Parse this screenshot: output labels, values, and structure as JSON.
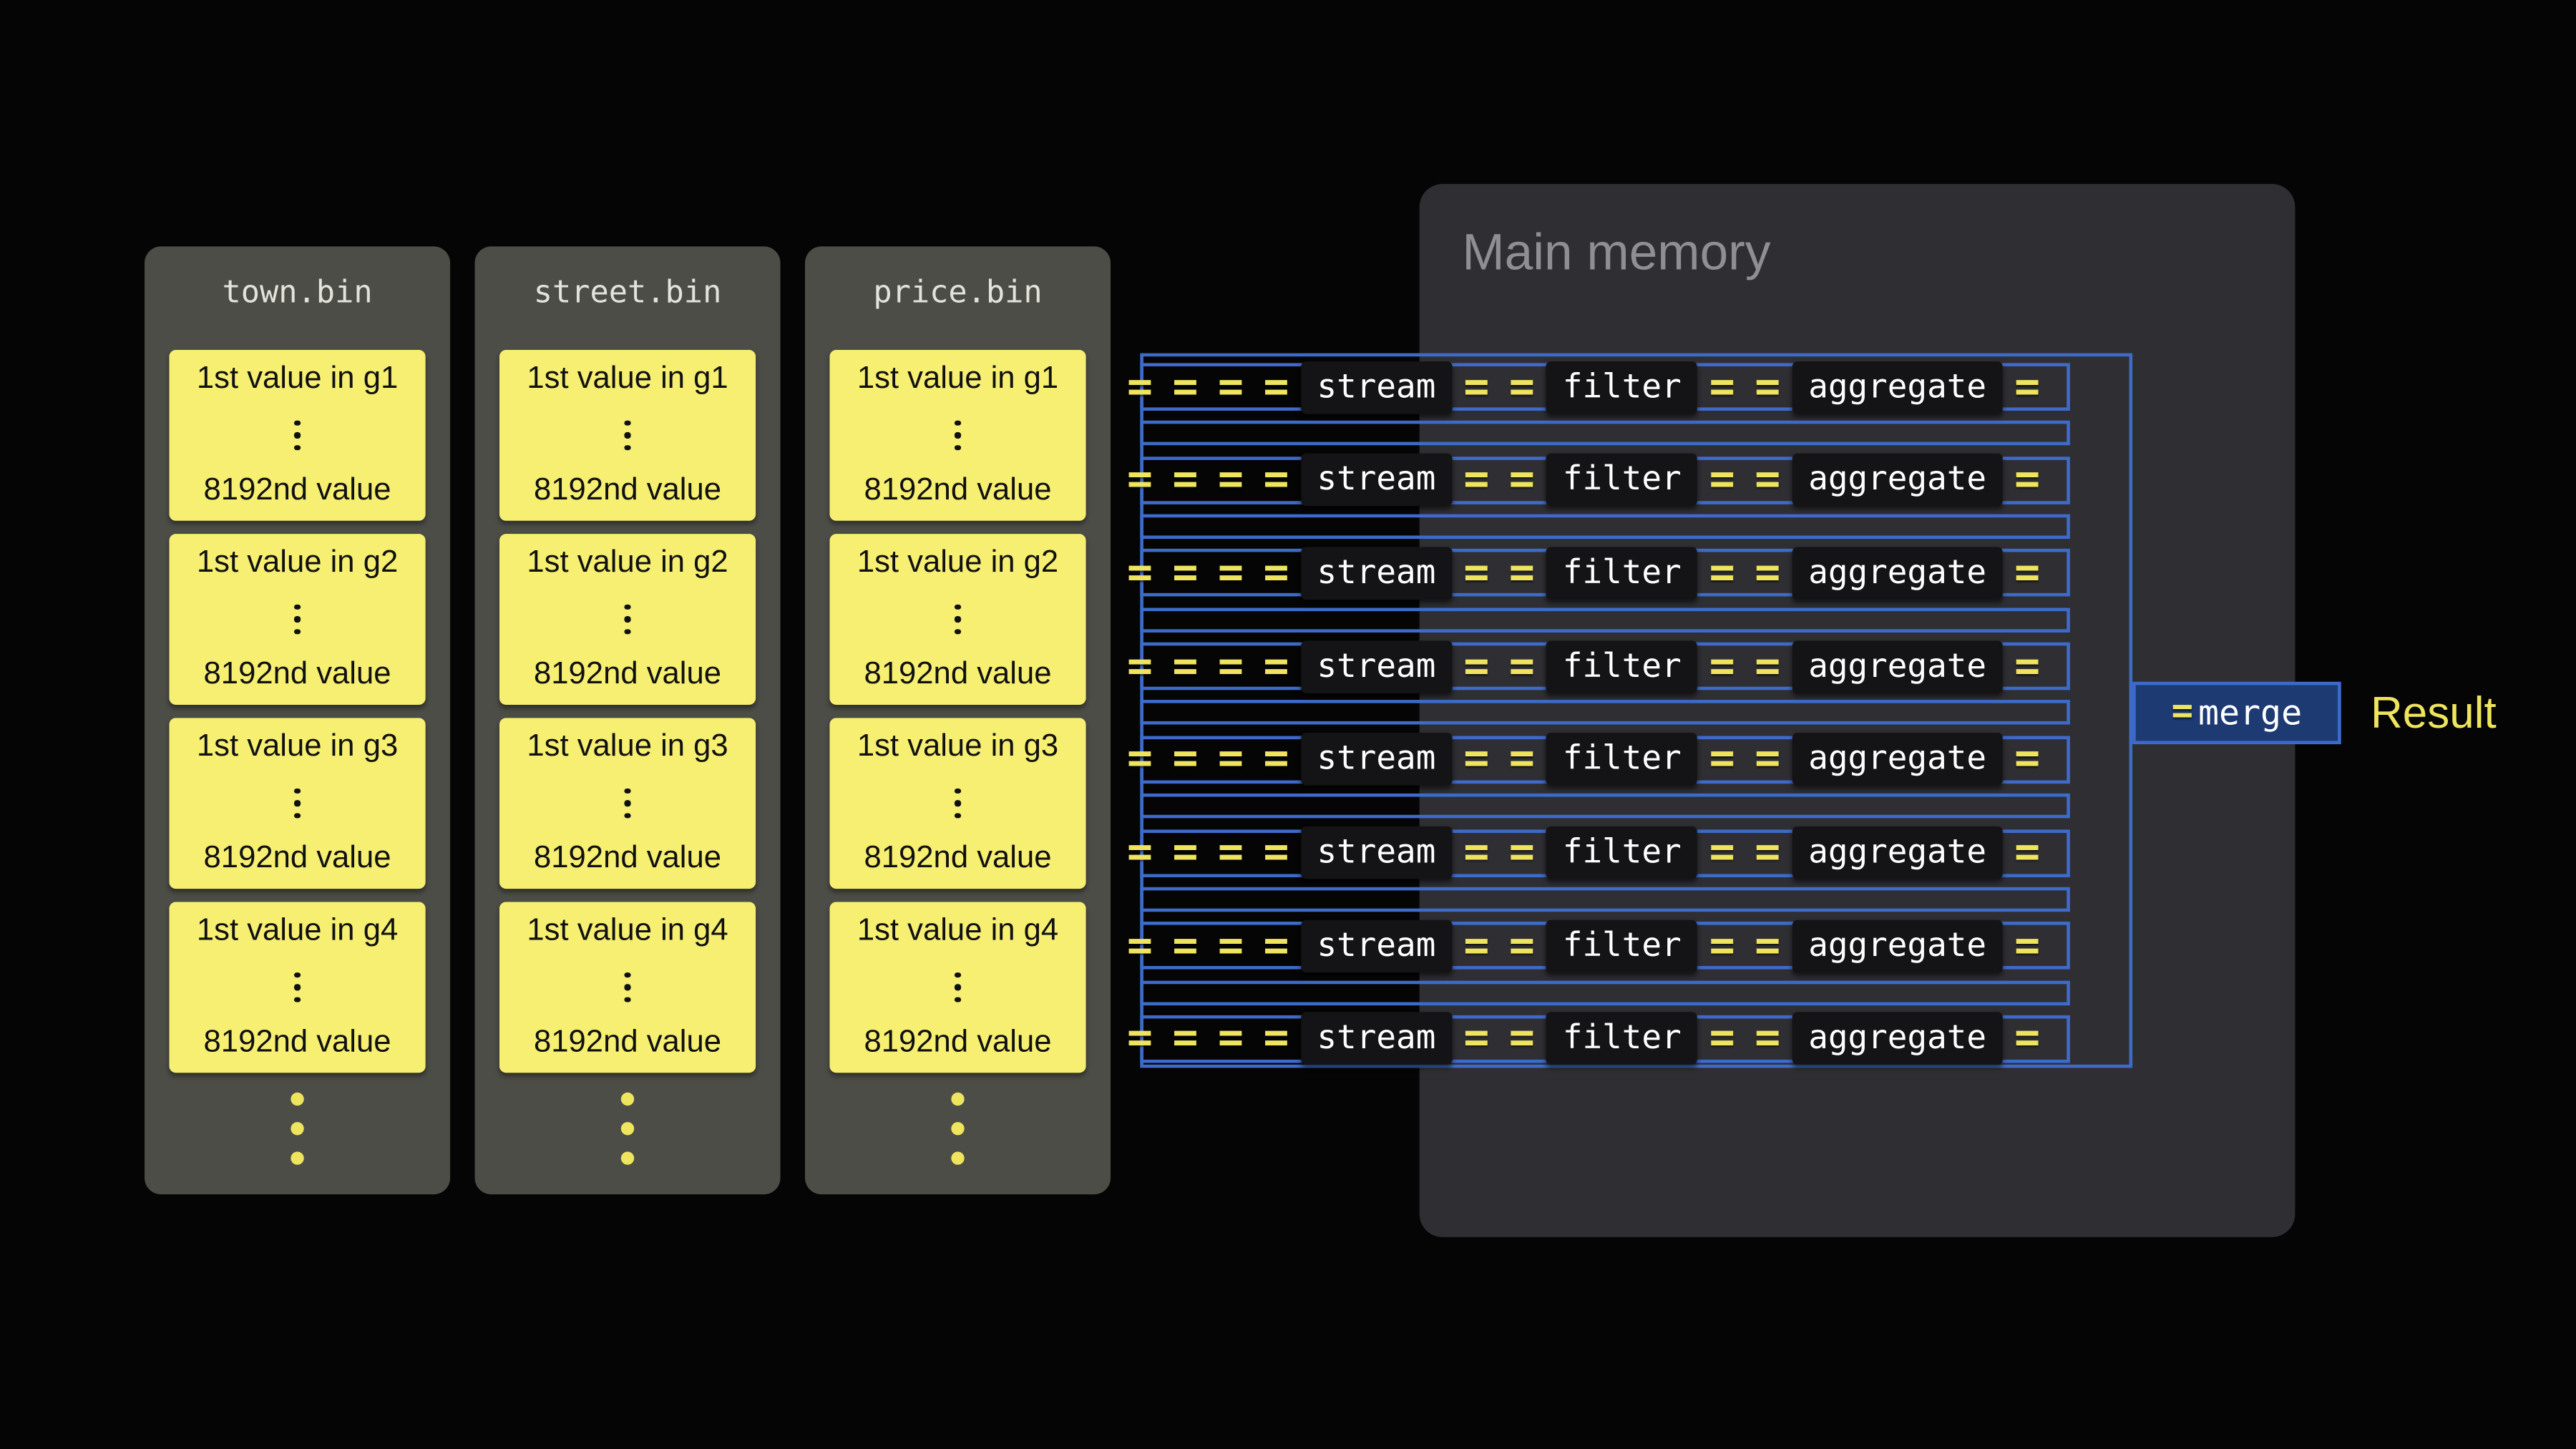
{
  "files": [
    {
      "name": "town.bin",
      "groups": [
        {
          "first": "1st value in g1",
          "last": "8192nd value"
        },
        {
          "first": "1st value in g2",
          "last": "8192nd value"
        },
        {
          "first": "1st value in g3",
          "last": "8192nd value"
        },
        {
          "first": "1st value in g4",
          "last": "8192nd value"
        }
      ]
    },
    {
      "name": "street.bin",
      "groups": [
        {
          "first": "1st value in g1",
          "last": "8192nd value"
        },
        {
          "first": "1st value in g2",
          "last": "8192nd value"
        },
        {
          "first": "1st value in g3",
          "last": "8192nd value"
        },
        {
          "first": "1st value in g4",
          "last": "8192nd value"
        }
      ]
    },
    {
      "name": "price.bin",
      "groups": [
        {
          "first": "1st value in g1",
          "last": "8192nd value"
        },
        {
          "first": "1st value in g2",
          "last": "8192nd value"
        },
        {
          "first": "1st value in g3",
          "last": "8192nd value"
        },
        {
          "first": "1st value in g4",
          "last": "8192nd value"
        }
      ]
    }
  ],
  "memory": {
    "title": "Main memory"
  },
  "pipeline": {
    "row_count": 8,
    "stage_labels": [
      "stream",
      "filter",
      "aggregate"
    ],
    "equals_symbol": "=",
    "merge_label": "merge",
    "result_label": "Result"
  },
  "colors": {
    "background": "#050505",
    "file_panel": "#4d4d47",
    "card_yellow": "#f6ef71",
    "memory_panel": "#2f2f33",
    "pipeline_blue": "#3e6bca",
    "accent_yellow": "#eee45e"
  }
}
